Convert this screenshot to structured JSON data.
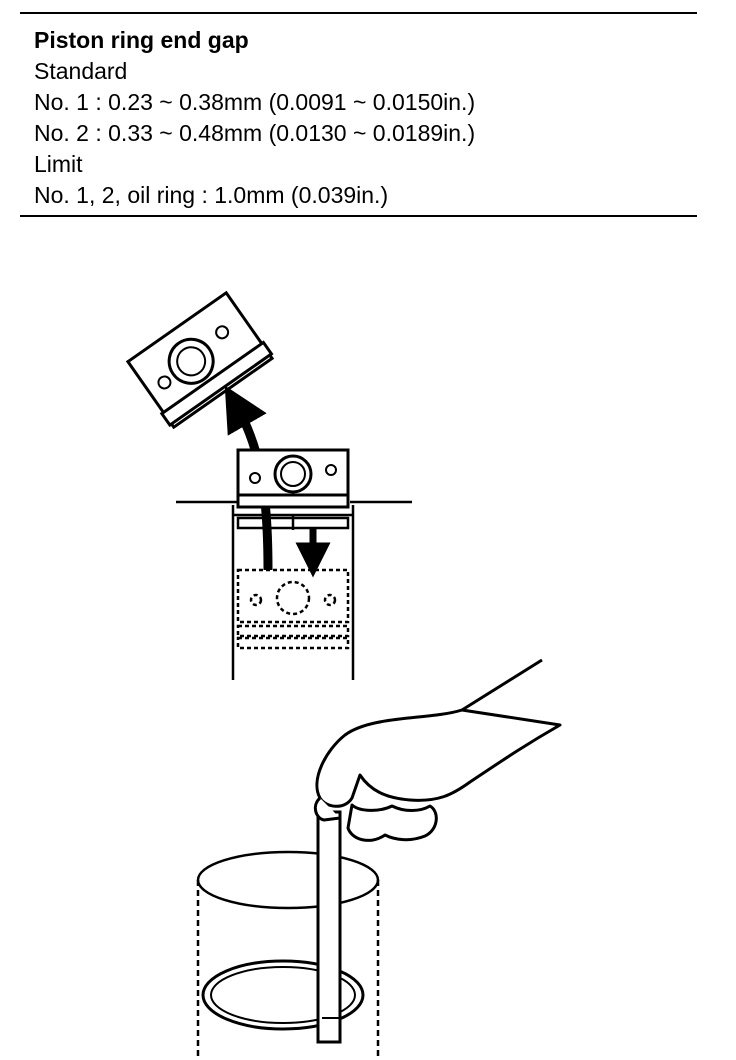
{
  "spec": {
    "title": "Piston ring end gap",
    "standard_label": "Standard",
    "standard_rows": [
      "No. 1 : 0.23 ~ 0.38mm (0.0091 ~ 0.0150in.)",
      "No. 2 : 0.33 ~ 0.48mm (0.0130 ~ 0.0189in.)"
    ],
    "limit_label": "Limit",
    "limit_row": "No.  1, 2, oil ring : 1.0mm (0.039in.)"
  }
}
